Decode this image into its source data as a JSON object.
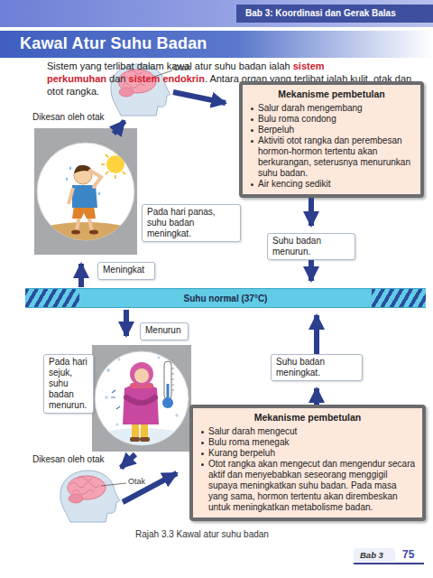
{
  "diagram": {
    "title": "Kawal Atur Suhu Badan",
    "caption": "Rajah 3.3 Kawal atur suhu badan",
    "nodes": [
      {
        "text": [
          "Mekanisme pembetulan",
          "Salur darah mengembang",
          "Bulu roma condong",
          "Berpeluh",
          "Aktiviti otot rangka dan perembesan hormon-hormon tertentu akan berkurangan, seterusnya menurunkan suhu badan.",
          "Air kencing sedikit"
        ]
      },
      {
        "text": [
          "Pada hari panas, suhu badan meningkat."
        ]
      },
      {
        "text": [
          "Suhu badan menurun."
        ]
      },
      {
        "text": [
          "Meningkat"
        ]
      },
      {
        "text": [
          "Suhu normal (37°C)"
        ]
      },
      {
        "text": [
          "Menurun"
        ]
      },
      {
        "text": [
          "Pada hari sejuk, suhu badan menurun."
        ]
      },
      {
        "text": [
          "Suhu badan meningkat."
        ]
      },
      {
        "text": [
          "Mekanisme pembetulan",
          "Salur darah mengecut",
          "Bulu roma menegak",
          "Kurang berpeluh",
          "Otot rangka akan mengecut dan mengendur secara aktif dan menyebabkan seseorang menggigil supaya meningkatkan suhu badan. Pada masa yang sama, hormon tertentu akan dirembeskan untuk meningkatkan metabolisme badan."
        ]
      }
    ],
    "edges": [
      {
        "from": 0,
        "to": 2,
        "arrow": "to"
      },
      {
        "from": 2,
        "to": 4,
        "arrow": "to"
      },
      {
        "from": 8,
        "to": 7,
        "arrow": "to"
      },
      {
        "from": 7,
        "to": 4,
        "arrow": "to"
      }
    ],
    "labels": [
      "Bab 3: Koordinasi dan Gerak Balas",
      "Sistem yang terlibat dalam kawal atur suhu badan ialah",
      "sistem perkumuhan",
      "dan",
      "sistem endokrin",
      ". Antara organ yang terlibat ialah kulit, otak dan otot rangka.",
      "Dikesan oleh otak",
      "Otak",
      "Dikesan oleh otak",
      "Otak",
      "Bab 3",
      "75"
    ]
  }
}
